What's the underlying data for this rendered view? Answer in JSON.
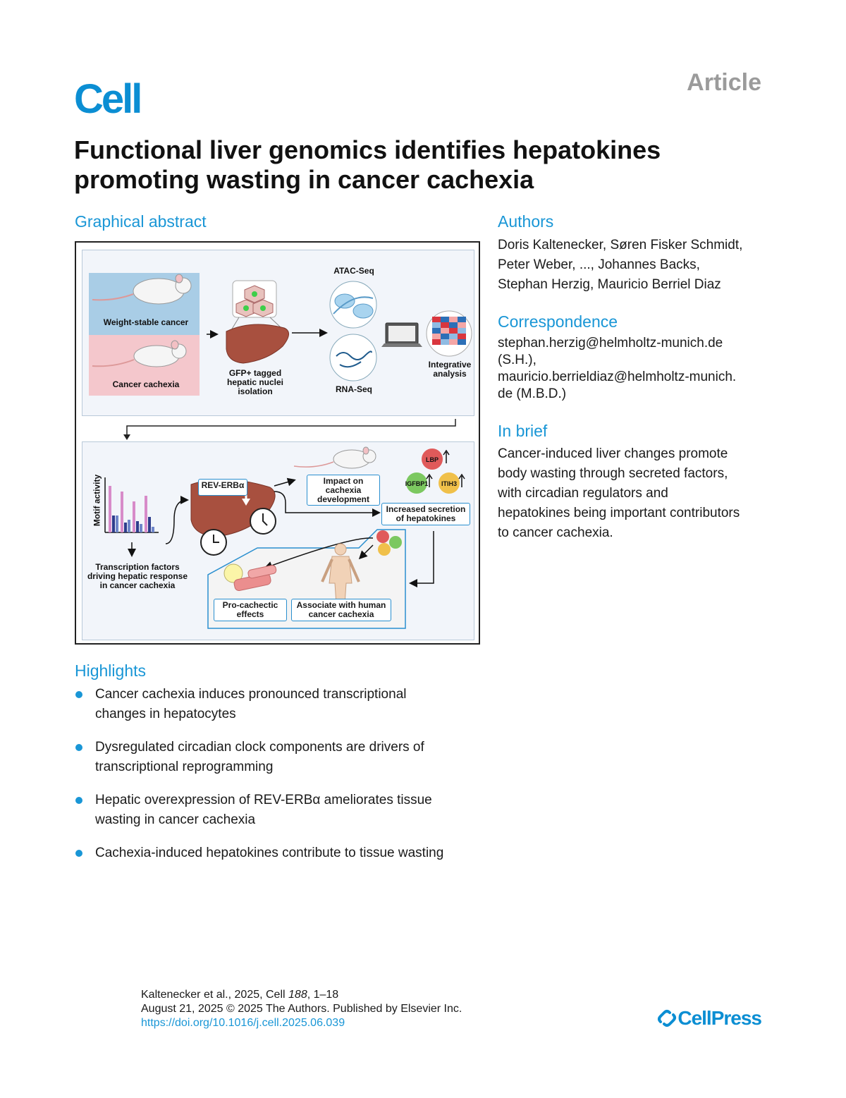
{
  "header": {
    "journal": "Cell",
    "article_type": "Article"
  },
  "title": "Functional liver genomics identifies hepatokines promoting wasting in cancer cachexia",
  "graphical_abstract": {
    "heading": "Graphical abstract",
    "labels": {
      "weight_stable": "Weight-stable cancer",
      "cancer_cachexia": "Cancer cachexia",
      "gfp_line1": "GFP+ tagged",
      "gfp_line2": "hepatic nuclei",
      "gfp_line3": "isolation",
      "atac": "ATAC-Seq",
      "rna": "RNA-Seq",
      "integrative_line1": "Integrative",
      "integrative_line2": "analysis",
      "motif": "Motif activity",
      "tf_line1": "Transcription factors",
      "tf_line2": "driving hepatic response",
      "tf_line3": "in cancer cachexia",
      "reverb": "REV-ERBα",
      "impact_line1": "Impact on",
      "impact_line2": "cachexia",
      "impact_line3": "development",
      "secretion_line1": "Increased secretion",
      "secretion_line2": "of  hepatokines",
      "lbp": "LBP",
      "igfbp": "IGFBP1",
      "itih3": "ITIH3",
      "procachectic_line1": "Pro-cachectic",
      "procachectic_line2": "effects",
      "associate_line1": "Associate with human",
      "associate_line2": "cancer cachexia"
    },
    "colors": {
      "weight_stable_bg": "#a9cde6",
      "cachexia_bg": "#f4c7cc",
      "liver": "#a8503f",
      "accent_blue": "#2a8fcf"
    }
  },
  "authors": {
    "heading": "Authors",
    "line1": "Doris Kaltenecker, Søren Fisker Schmidt,",
    "line2": "Peter Weber, ..., Johannes Backs,",
    "line3": "Stephan Herzig, Mauricio Berriel Diaz"
  },
  "correspondence": {
    "heading": "Correspondence",
    "line1": "stephan.herzig@helmholtz-munich.de",
    "line2": "(S.H.),",
    "line3": "mauricio.berrieldiaz@helmholtz-munich.",
    "line4": "de (M.B.D.)"
  },
  "in_brief": {
    "heading": "In brief",
    "line1": "Cancer-induced liver changes promote",
    "line2": "body wasting through secreted factors,",
    "line3": "with circadian regulators and",
    "line4": "hepatokines being important contributors",
    "line5": "to cancer cachexia."
  },
  "highlights": {
    "heading": "Highlights",
    "items": [
      {
        "line1": "Cancer cachexia induces pronounced transcriptional",
        "line2": "changes in hepatocytes"
      },
      {
        "line1": "Dysregulated circadian clock components are drivers of",
        "line2": "transcriptional reprogramming"
      },
      {
        "line1": "Hepatic overexpression of REV-ERBα ameliorates tissue",
        "line2": "wasting in cancer cachexia"
      },
      {
        "line1": "Cachexia-induced hepatokines contribute to tissue wasting",
        "line2": ""
      }
    ]
  },
  "footer": {
    "citation_prefix": "Kaltenecker et al., 2025, Cell ",
    "citation_volume": "188",
    "citation_pages": ", 1–18",
    "date_line": "August 21, 2025 © 2025 The Authors. Published by Elsevier Inc.",
    "doi": "https://doi.org/10.1016/j.cell.2025.06.039",
    "publisher": "CellPress"
  }
}
